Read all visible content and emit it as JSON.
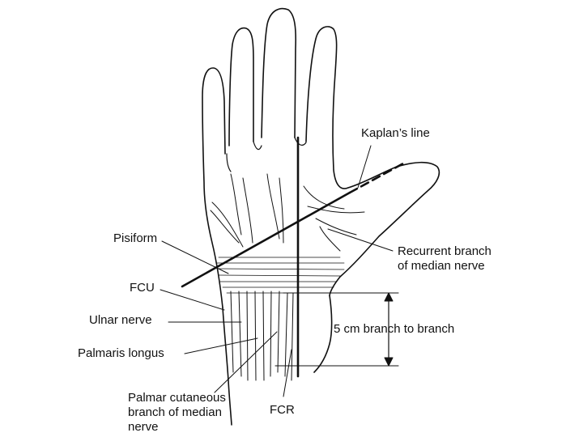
{
  "labels": {
    "kaplan": "Kaplan’s line",
    "pisiform": "Pisiform",
    "recurrent": "Recurrent branch\nof median nerve",
    "fcu": "FCU",
    "ulnar": "Ulnar nerve",
    "distance": "5 cm branch to branch",
    "palmaris": "Palmaris longus",
    "palmar_cutaneous": "Palmar cutaneous\nbranch of median\nnerve",
    "fcr": "FCR"
  },
  "colors": {
    "ink": "#111111",
    "background": "#ffffff"
  }
}
